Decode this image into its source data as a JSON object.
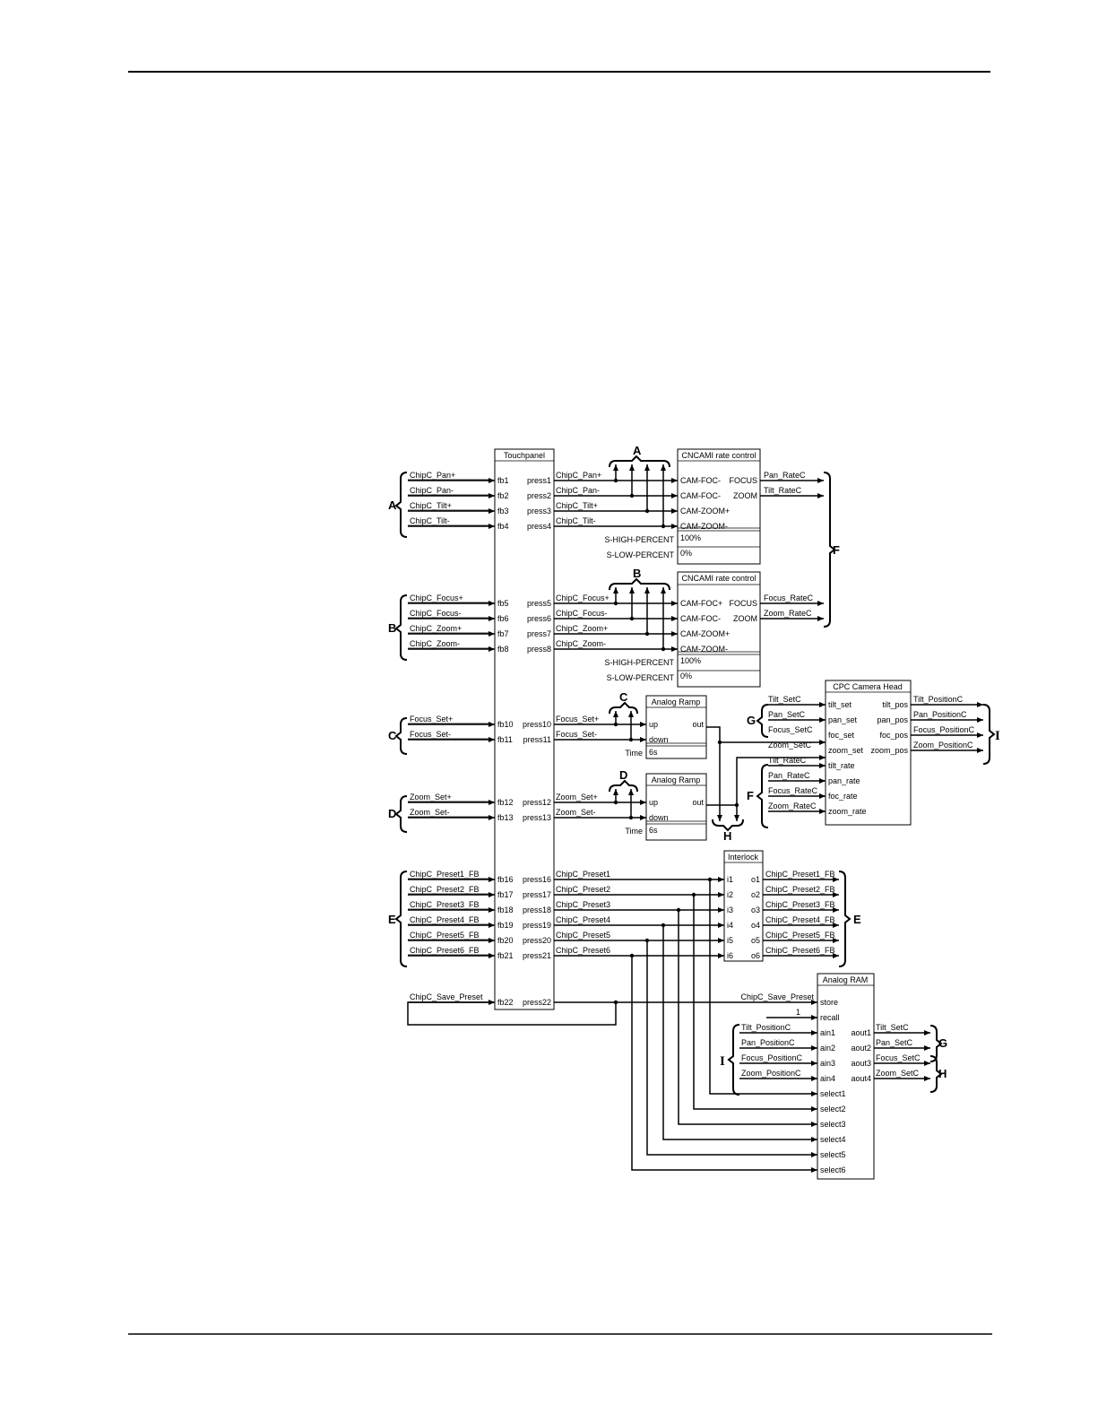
{
  "blocks": {
    "touchpanel": {
      "title": "Touchpanel",
      "inputs": [
        "fb1",
        "fb2",
        "fb3",
        "fb4",
        "fb5",
        "fb6",
        "fb7",
        "fb8",
        "fb10",
        "fb11",
        "fb12",
        "fb13",
        "fb16",
        "fb17",
        "fb18",
        "fb19",
        "fb20",
        "fb21",
        "fb22"
      ],
      "outputs": [
        "press1",
        "press2",
        "press3",
        "press4",
        "press5",
        "press6",
        "press7",
        "press8",
        "press10",
        "press11",
        "press12",
        "press13",
        "press16",
        "press17",
        "press18",
        "press19",
        "press20",
        "press21",
        "press22"
      ]
    },
    "rate1": {
      "title": "CNCAMI rate control",
      "inputs": [
        "CAM-FOC-",
        "CAM-FOC-",
        "CAM-ZOOM+",
        "CAM-ZOOM-"
      ],
      "outputs": [
        "FOCUS",
        "ZOOM"
      ],
      "params": [
        "S-HIGH-PERCENT",
        "S-LOW-PERCENT"
      ],
      "param_values": [
        "100%",
        "0%"
      ]
    },
    "rate2": {
      "title": "CNCAMI rate control",
      "inputs": [
        "CAM-FOC+",
        "CAM-FOC-",
        "CAM-ZOOM+",
        "CAM-ZOOM-"
      ],
      "outputs": [
        "FOCUS",
        "ZOOM"
      ],
      "params": [
        "S-HIGH-PERCENT",
        "S-LOW-PERCENT"
      ],
      "param_values": [
        "100%",
        "0%"
      ]
    },
    "ramp1": {
      "title": "Analog Ramp",
      "inputs": [
        "up",
        "down"
      ],
      "output": "out",
      "param": "Time",
      "param_value": "6s"
    },
    "ramp2": {
      "title": "Analog Ramp",
      "inputs": [
        "up",
        "down"
      ],
      "output": "out",
      "param": "Time",
      "param_value": "6s"
    },
    "camera": {
      "title": "CPC Camera Head",
      "inputs": [
        "tilt_set",
        "pan_set",
        "foc_set",
        "zoom_set",
        "tilt_rate",
        "pan_rate",
        "foc_rate",
        "zoom_rate"
      ],
      "outputs": [
        "tilt_pos",
        "pan_pos",
        "foc_pos",
        "zoom_pos"
      ]
    },
    "interlock": {
      "title": "Interlock",
      "inputs": [
        "i1",
        "i2",
        "i3",
        "i4",
        "i5",
        "i6"
      ],
      "outputs": [
        "o1",
        "o2",
        "o3",
        "o4",
        "o5",
        "o6"
      ]
    },
    "ram": {
      "title": "Analog RAM",
      "inputs": [
        "store",
        "recall",
        "ain1",
        "ain2",
        "ain3",
        "ain4",
        "select1",
        "select2",
        "select3",
        "select4",
        "select5",
        "select6"
      ],
      "outputs": [
        "aout1",
        "aout2",
        "aout3",
        "aout4"
      ]
    }
  },
  "signals": {
    "tp_inputs": [
      "ChipC_Pan+",
      "ChipC_Pan-",
      "ChipC_Tilt+",
      "ChipC_Tilt-",
      "ChipC_Focus+",
      "ChipC_Focus-",
      "ChipC_Zoom+",
      "ChipC_Zoom-",
      "Focus_Set+",
      "Focus_Set-",
      "Zoom_Set+",
      "Zoom_Set-",
      "ChipC_Preset1_FB",
      "ChipC_Preset2_FB",
      "ChipC_Preset3_FB",
      "ChipC_Preset4_FB",
      "ChipC_Preset5_FB",
      "ChipC_Preset6_FB",
      "ChipC_Save_Preset"
    ],
    "tp_outputs": [
      "ChipC_Pan+",
      "ChipC_Pan-",
      "ChipC_Tilt+",
      "ChipC_Tilt-",
      "ChipC_Focus+",
      "ChipC_Focus-",
      "ChipC_Zoom+",
      "ChipC_Zoom-",
      "Focus_Set+",
      "Focus_Set-",
      "Zoom_Set+",
      "Zoom_Set-",
      "ChipC_Preset1",
      "ChipC_Preset2",
      "ChipC_Preset3",
      "ChipC_Preset4",
      "ChipC_Preset5",
      "ChipC_Preset6"
    ],
    "rate1_outputs": [
      "Pan_RateC",
      "Tilt_RateC"
    ],
    "rate2_outputs": [
      "Focus_RateC",
      "Zoom_RateC"
    ],
    "camera_inputs": [
      "Tilt_SetC",
      "Pan_SetC",
      "Focus_SetC",
      "Zoom_SetC",
      "Tilt_RateC",
      "Pan_RateC",
      "Focus_RateC",
      "Zoom_RateC"
    ],
    "camera_outputs": [
      "Tilt_PositionC",
      "Pan_PositionC",
      "Focus_PositionC",
      "Zoom_PositionC"
    ],
    "interlock_outputs": [
      "ChipC_Preset1_FB",
      "ChipC_Preset2_FB",
      "ChipC_Preset3_FB",
      "ChipC_Preset4_FB",
      "ChipC_Preset5_FB",
      "ChipC_Preset6_FB"
    ],
    "ram_store": "ChipC_Save_Preset",
    "ram_recall": "1",
    "ram_ain": [
      "Tilt_PositionC",
      "Pan_PositionC",
      "Focus_PositionC",
      "Zoom_PositionC"
    ],
    "ram_outputs": [
      "Tilt_SetC",
      "Pan_SetC",
      "Focus_SetC",
      "Zoom_SetC"
    ]
  },
  "group_labels": {
    "A": "A",
    "B": "B",
    "C": "C",
    "D": "D",
    "E": "E",
    "F": "F",
    "G": "G",
    "H": "H",
    "I": "I"
  }
}
